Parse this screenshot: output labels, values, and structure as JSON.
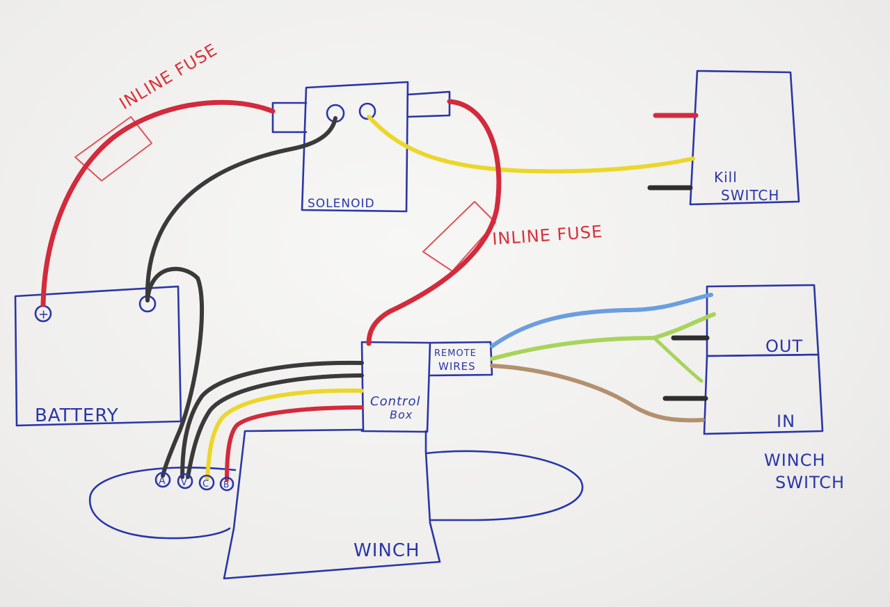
{
  "labels": {
    "inline_fuse_1": "INLINE FUSE",
    "inline_fuse_2": "INLINE FUSE",
    "solenoid": "SOLENOID",
    "kill_switch_1": "Kill",
    "kill_switch_2": "SWITCH",
    "battery": "BATTERY",
    "battery_plus": "+",
    "remote_wires_1": "REMOTE",
    "remote_wires_2": "WIRES",
    "control_box_1": "Control",
    "control_box_2": "Box",
    "out": "OUT",
    "in": "IN",
    "winch": "WINCH",
    "winch_switch_1": "WINCH",
    "winch_switch_2": "SWITCH",
    "terminal_a": "A",
    "terminal_b": "V",
    "terminal_c": "C",
    "terminal_d": "B"
  },
  "colors": {
    "ink_blue": "#2a35a8",
    "red_wire": "#d32a3c",
    "black_wire": "#3a3a3a",
    "yellow_wire": "#ecd62a",
    "blue_wire": "#6b9ee0",
    "green_wire": "#a8d45a",
    "brown_wire": "#b3906e"
  }
}
